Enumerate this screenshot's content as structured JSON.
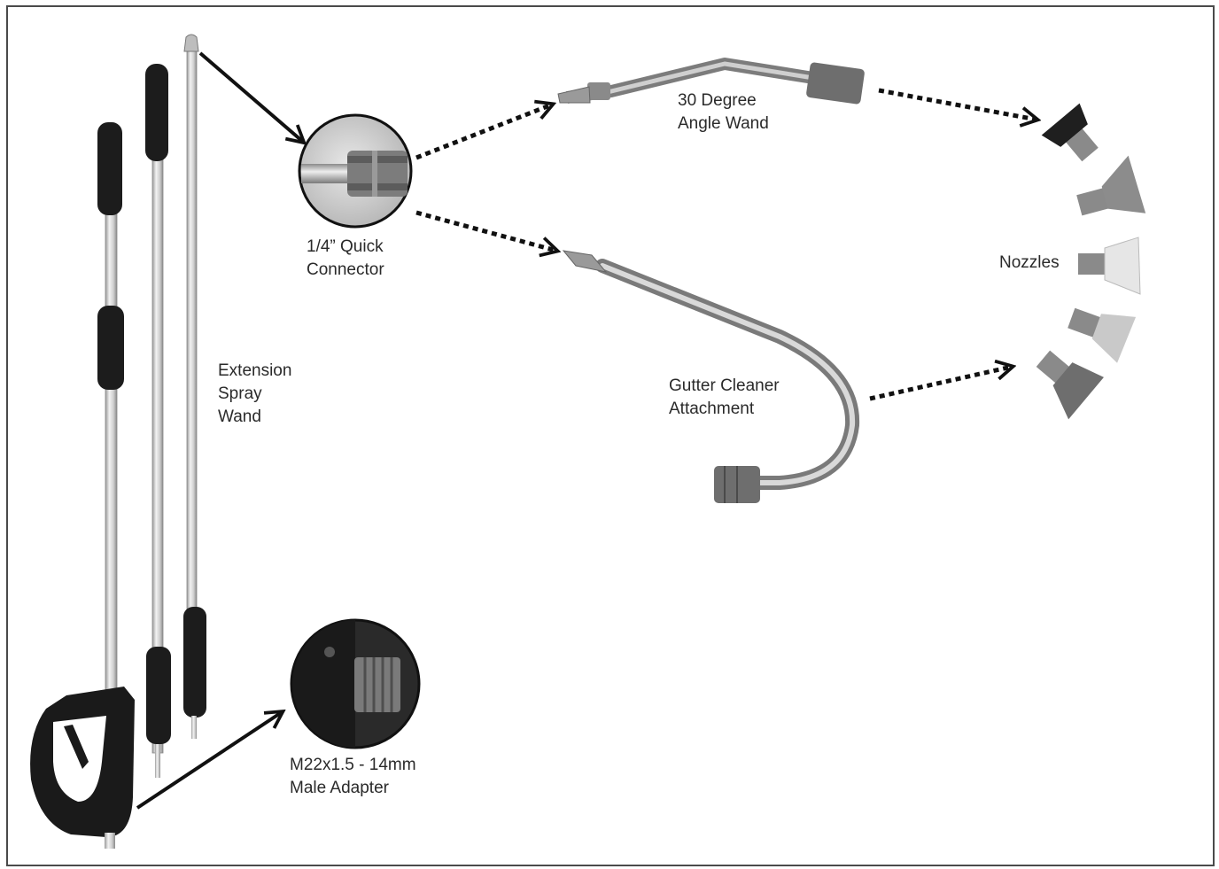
{
  "labels": {
    "quick_connector": [
      "1/4” Quick",
      "Connector"
    ],
    "extension_wand": [
      "Extension",
      "Spray",
      "Wand"
    ],
    "angle_wand": [
      "30 Degree",
      "Angle Wand"
    ],
    "gutter_cleaner": [
      "Gutter Cleaner",
      "Attachment"
    ],
    "nozzles": "Nozzles",
    "male_adapter": [
      "M22x1.5 - 14mm",
      "Male Adapter"
    ]
  },
  "nozzle_colors": [
    "#1f1f1f",
    "#8c8c8c",
    "#e6e6e6",
    "#c9c9c9",
    "#6e6e6e"
  ],
  "colors": {
    "grip": "#1c1c1c",
    "metal": "#c8c8c8",
    "brass": "#8a8a8a",
    "arrow": "#111111",
    "frame": "#4a4a4a"
  }
}
